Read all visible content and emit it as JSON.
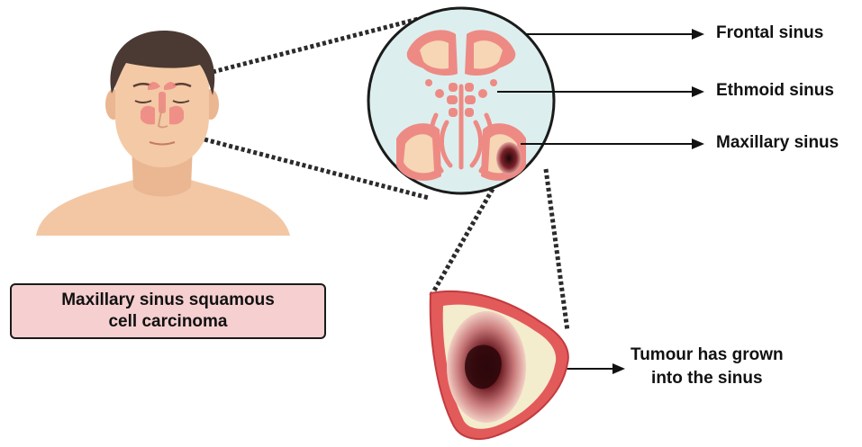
{
  "title": {
    "line1": "Maxillary sinus squamous",
    "line2": "cell carcinoma"
  },
  "labels": {
    "frontal": "Frontal sinus",
    "ethmoid": "Ethmoid sinus",
    "maxillary": "Maxillary sinus",
    "tumour_line1": "Tumour has grown",
    "tumour_line2": "into the sinus"
  },
  "colors": {
    "sinus_fill": "#ee8a84",
    "sinus_inner": "#f6d6b4",
    "lens_bg": "#dcefee",
    "tumour_dark": "#4a0d12",
    "box_fill": "#f6cfd0",
    "skin": "#f3c7a4",
    "hair": "#4a3a33"
  }
}
